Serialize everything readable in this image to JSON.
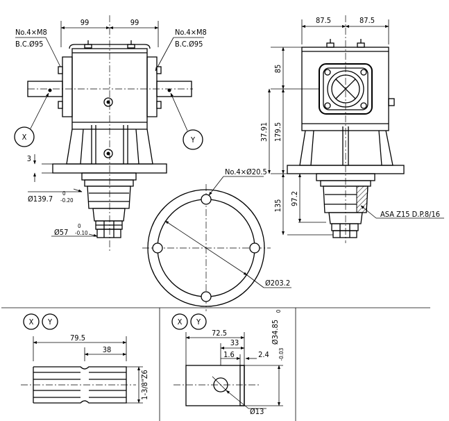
{
  "labels": {
    "dim_99_left": "99",
    "dim_99_right": "99",
    "dim_87_5_left": "87.5",
    "dim_87_5_right": "87.5",
    "bolt_left_1": "No.4×M8",
    "bolt_left_2": "B.C.Ø95",
    "bolt_right_1": "No.4×M8",
    "bolt_right_2": "B.C.Ø95",
    "marker_x": "X",
    "marker_y": "Y",
    "dim_3": "3",
    "dim_139": "Ø139.7",
    "tol_139_up": "0",
    "tol_139_lo": "-0.20",
    "dim_57": "Ø57",
    "tol_57_up": "0",
    "tol_57_lo": "-0.10",
    "dim_85": "85",
    "dim_37_91": "37.91",
    "dim_179_5": "179.5",
    "dim_135": "135",
    "dim_97_2": "97.2",
    "spline": "ASA Z15 D.P.8/16",
    "holes": "No.4×Ø20.5",
    "dim_203": "Ø203.2",
    "dim_79_5": "79.5",
    "dim_38": "38",
    "shaft_size": "1-3/8\"Z6",
    "dim_72_5": "72.5",
    "dim_33": "33",
    "dim_1_6": "1.6",
    "dim_2_4": "2.4",
    "dim_34": "Ø34.85",
    "tol_34": "-0.03",
    "tol_34_up": "0",
    "dim_13": "Ø13"
  }
}
